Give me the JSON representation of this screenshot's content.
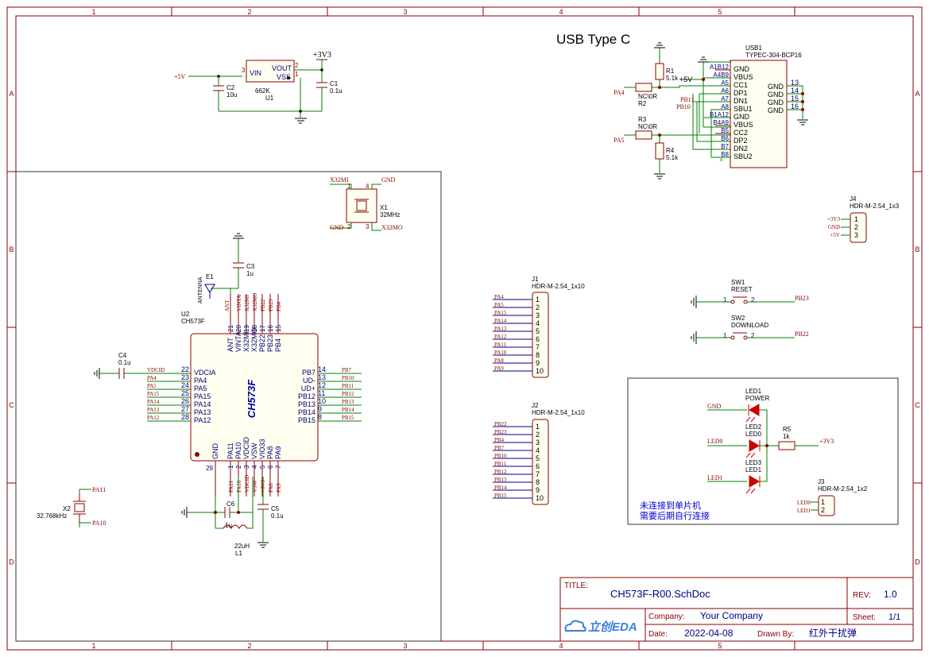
{
  "frame": {
    "cols": [
      "1",
      "2",
      "3",
      "4",
      "5"
    ],
    "rows": [
      "A",
      "B",
      "C",
      "D"
    ]
  },
  "usb_title": "USB Type C",
  "regulator": {
    "in_net": "+5V",
    "out_net": "+3V3",
    "chip_ref": "U1",
    "chip_value": "662K",
    "pin_vin": "VIN",
    "pin_vout": "VOUT",
    "pin_vss": "VSS",
    "pin_nums": [
      "3",
      "2",
      "1"
    ],
    "c2_ref": "C2",
    "c2_val": "10u",
    "c1_ref": "C1",
    "c1_val": "0.1u"
  },
  "usb": {
    "ref": "USB1",
    "value": "TYPEC-304-BCP16",
    "left_pins": [
      {
        "num": "A1B12",
        "name": "GND"
      },
      {
        "num": "A4B9",
        "name": "VBUS"
      },
      {
        "num": "A5",
        "name": "CC1"
      },
      {
        "num": "A6",
        "name": "DP1"
      },
      {
        "num": "A7",
        "name": "DN1"
      },
      {
        "num": "A8",
        "name": "SBU1"
      },
      {
        "num": "B1A12",
        "name": "GND"
      },
      {
        "num": "B4A9",
        "name": "VBUS"
      },
      {
        "num": "B5",
        "name": "CC2"
      },
      {
        "num": "B6",
        "name": "DP2"
      },
      {
        "num": "B7",
        "name": "DN2"
      },
      {
        "num": "B8",
        "name": "SBU2"
      }
    ],
    "right_pins": [
      {
        "num": "13",
        "name": "GND"
      },
      {
        "num": "14",
        "name": "GND"
      },
      {
        "num": "15",
        "name": "GND"
      },
      {
        "num": "16",
        "name": "GND"
      }
    ],
    "vbus_net": "+5V",
    "pb11": "PB11",
    "pb10": "PB10",
    "r1_ref": "R1",
    "r1_val": "5.1k",
    "r2_ref": "R2",
    "r2_val": "NC\\0R",
    "r3_ref": "R3",
    "r3_val": "NC\\0R",
    "r4_ref": "R4",
    "r4_val": "5.1k",
    "pa4": "PA4",
    "pa5": "PA5"
  },
  "crystal": {
    "x1_ref": "X1",
    "x1_val": "32MHz",
    "x32mi": "X32MI",
    "x32mo": "X32MO",
    "gnd": "GND",
    "pins": [
      "1",
      "2",
      "3",
      "4"
    ]
  },
  "mcu": {
    "ref": "U2",
    "value": "CH573F",
    "body_text": "CH573F",
    "e1_ref": "E1",
    "e1_name": "ANTENNA",
    "c3_ref": "C3",
    "c3_val": "1u",
    "c4_ref": "C4",
    "c4_val": "0.1u",
    "c5_ref": "C5",
    "c5_val": "0.1u",
    "c6_ref": "C6",
    "c6_val": "1u",
    "l1_ref": "L1",
    "l1_val": "22uH",
    "x2_ref": "X2",
    "x2_val": "32.768kHz",
    "x2_pa11": "PA11",
    "x2_pa10": "PA10",
    "top_pins": [
      {
        "num": "21",
        "name": "ANT",
        "net": "ANT"
      },
      {
        "num": "20",
        "name": "VINTA",
        "net": "VINTA"
      },
      {
        "num": "19",
        "name": "X32MI",
        "net": "X32MI"
      },
      {
        "num": "18",
        "name": "X32MO",
        "net": "X32MO"
      },
      {
        "num": "17",
        "name": "PB22",
        "net": "PB22"
      },
      {
        "num": "16",
        "name": "PB23",
        "net": "PB23"
      },
      {
        "num": "15",
        "name": "PB4",
        "net": "PB4"
      }
    ],
    "left_pins": [
      {
        "num": "22",
        "name": "VDCIA",
        "net": "VDCID"
      },
      {
        "num": "23",
        "name": "PA4",
        "net": "PA4"
      },
      {
        "num": "24",
        "name": "PA5",
        "net": "PA5"
      },
      {
        "num": "25",
        "name": "PA15",
        "net": "PA15"
      },
      {
        "num": "26",
        "name": "PA14",
        "net": "PA14"
      },
      {
        "num": "27",
        "name": "PA13",
        "net": "PA13"
      },
      {
        "num": "28",
        "name": "PA12",
        "net": "PA12"
      }
    ],
    "right_pins": [
      {
        "num": "14",
        "name": "PB7",
        "net": "PB7"
      },
      {
        "num": "13",
        "name": "UD-",
        "net": "PB10"
      },
      {
        "num": "12",
        "name": "UD+",
        "net": "PB11"
      },
      {
        "num": "11",
        "name": "PB12",
        "net": "PB12"
      },
      {
        "num": "10",
        "name": "PB13",
        "net": "PB13"
      },
      {
        "num": "9",
        "name": "PB14",
        "net": "PB14"
      },
      {
        "num": "8",
        "name": "PB15",
        "net": "PB15"
      }
    ],
    "bottom_pins": [
      {
        "num": "1",
        "name": "PA11",
        "net": "PA11"
      },
      {
        "num": "2",
        "name": "PA10",
        "net": "PA10"
      },
      {
        "num": "3",
        "name": "VDCID",
        "net": "VDCID"
      },
      {
        "num": "4",
        "name": "VSW",
        "net": "VSW"
      },
      {
        "num": "5",
        "name": "VIO33",
        "net": "+3V3"
      },
      {
        "num": "6",
        "name": "PA8",
        "net": "PA8"
      },
      {
        "num": "7",
        "name": "PA9",
        "net": "PA9"
      }
    ],
    "gnd_pin": {
      "num": "29",
      "name": "GND"
    }
  },
  "j1": {
    "ref": "J1",
    "value": "HDR-M-2.54_1x10",
    "nets": [
      "PA4",
      "PA5",
      "PA15",
      "PA14",
      "PA13",
      "PA12",
      "PA11",
      "PA10",
      "PA8",
      "PA9"
    ],
    "pins": [
      "1",
      "2",
      "3",
      "4",
      "5",
      "6",
      "7",
      "8",
      "9",
      "10"
    ]
  },
  "j2": {
    "ref": "J2",
    "value": "HDR-M-2.54_1x10",
    "nets": [
      "PB22",
      "PB23",
      "PB4",
      "PB7",
      "PB10",
      "PB11",
      "PB12",
      "PB13",
      "PB14",
      "PB15"
    ],
    "pins": [
      "1",
      "2",
      "3",
      "4",
      "5",
      "6",
      "7",
      "8",
      "9",
      "10"
    ]
  },
  "j4": {
    "ref": "J4",
    "value": "HDR-M-2.54_1x3",
    "nets": [
      "+3V3",
      "GND",
      "+5V"
    ],
    "pins": [
      "1",
      "2",
      "3"
    ]
  },
  "sw1": {
    "ref": "SW1",
    "value": "RESET",
    "net": "PB23",
    "p1": "1",
    "p2": "2"
  },
  "sw2": {
    "ref": "SW2",
    "value": "DOWNLOAD",
    "net": "PB22",
    "p1": "1",
    "p2": "2"
  },
  "leds": {
    "led1_ref": "LED1",
    "led1_val": "POWER",
    "led1_net": "GND",
    "led2_ref": "LED2",
    "led2_val": "LED0",
    "led2_net": "LED0",
    "led3_ref": "LED3",
    "led3_val": "LED1",
    "led3_net": "LED1",
    "r5_ref": "R5",
    "r5_val": "1k",
    "r5_net": "+3V3",
    "j3_ref": "J3",
    "j3_val": "HDR-M-2.54_1x2",
    "j3_nets": [
      "LED0",
      "LED1"
    ],
    "j3_pins": [
      "1",
      "2"
    ],
    "note_line1": "未连接到单片机",
    "note_line2": "需要后期自行连接"
  },
  "title_block": {
    "title_label": "TITLE:",
    "title": "CH573F-R00.SchDoc",
    "rev_label": "REV:",
    "rev": "1.0",
    "company_label": "Company:",
    "company": "Your Company",
    "sheet_label": "Sheet:",
    "sheet": "1/1",
    "date_label": "Date:",
    "date": "2022-04-08",
    "drawn_label": "Drawn By:",
    "drawn": "红外干扰弹",
    "logo_text": "立创EDA"
  }
}
